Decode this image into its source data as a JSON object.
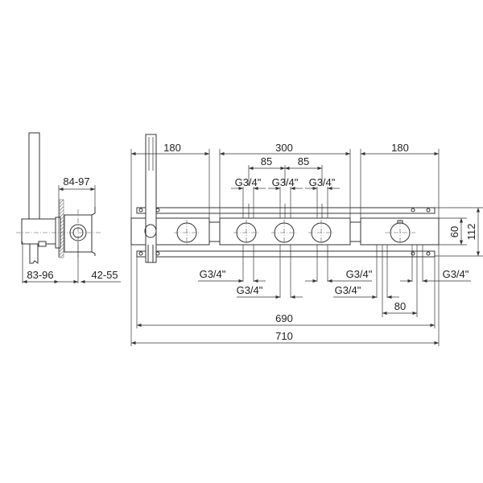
{
  "side_view": {
    "dim_depth_body": "84-97",
    "dim_handshower_offset": "83-96",
    "dim_wall_depth": "42-55"
  },
  "front_view": {
    "dim_left_panel": "180",
    "dim_center_panel": "300",
    "dim_right_panel": "180",
    "dim_spacing_1": "85",
    "dim_spacing_2": "85",
    "top_connections": [
      "G3/4\"",
      "G3/4\"",
      "G3/4\""
    ],
    "bottom_connections": [
      "G3/4\"",
      "G3/4\"",
      "G3/4\"",
      "G3/4\"",
      "G3/4\""
    ],
    "dim_outlet_spacing": "80",
    "dim_inner_length": "690",
    "dim_total_length": "710",
    "dim_panel_height": "60",
    "dim_total_height": "112"
  }
}
